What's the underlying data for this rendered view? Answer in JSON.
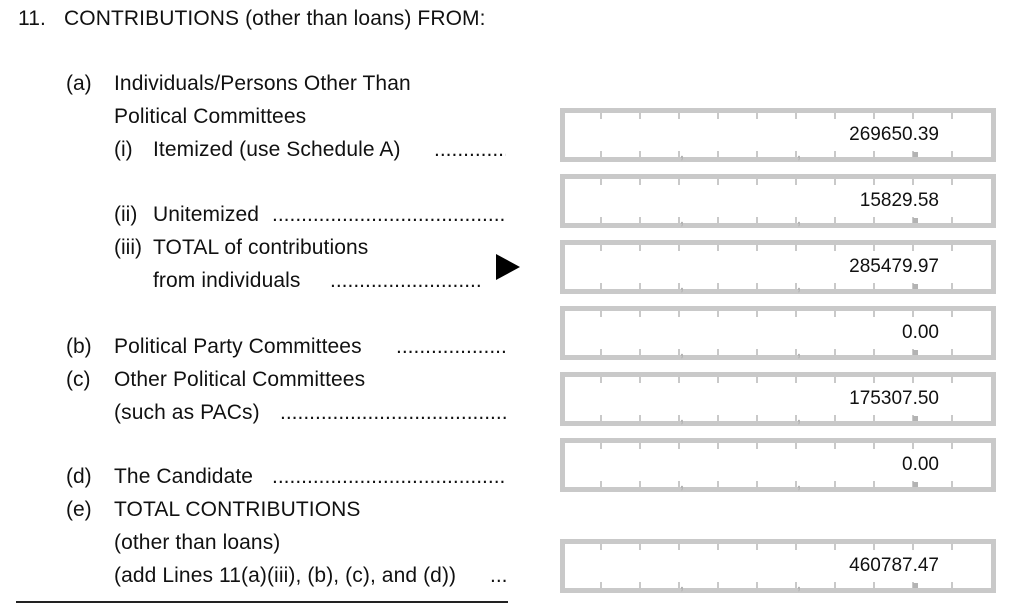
{
  "heading": {
    "number": "11.",
    "text": "CONTRIBUTIONS (other than loans) FROM:"
  },
  "lines": {
    "a": {
      "label": "(a)",
      "line1": "Individuals/Persons Other Than",
      "line2": "Political Committees"
    },
    "a_i": {
      "label": "(i)",
      "text": "Itemized (use Schedule A)",
      "value": "269650.39"
    },
    "a_ii": {
      "label": "(ii)",
      "text": "Unitemized",
      "value": "15829.58"
    },
    "a_iii": {
      "label": "(iii)",
      "line1": "TOTAL of contributions",
      "line2": "from individuals",
      "value": "285479.97"
    },
    "b": {
      "label": "(b)",
      "text": "Political Party Committees",
      "value": "0.00"
    },
    "c": {
      "label": "(c)",
      "line1": "Other Political Committees",
      "line2": "(such as PACs)",
      "value": "175307.50"
    },
    "d": {
      "label": "(d)",
      "text": "The Candidate",
      "value": "0.00"
    },
    "e": {
      "label": "(e)",
      "line1": "TOTAL CONTRIBUTIONS",
      "line2": "(other than loans)",
      "line3": "(add Lines 11(a)(iii), (b), (c), and (d))",
      "value": "460787.47"
    }
  },
  "icons": {
    "pointer": "right-triangle-arrow-icon"
  }
}
